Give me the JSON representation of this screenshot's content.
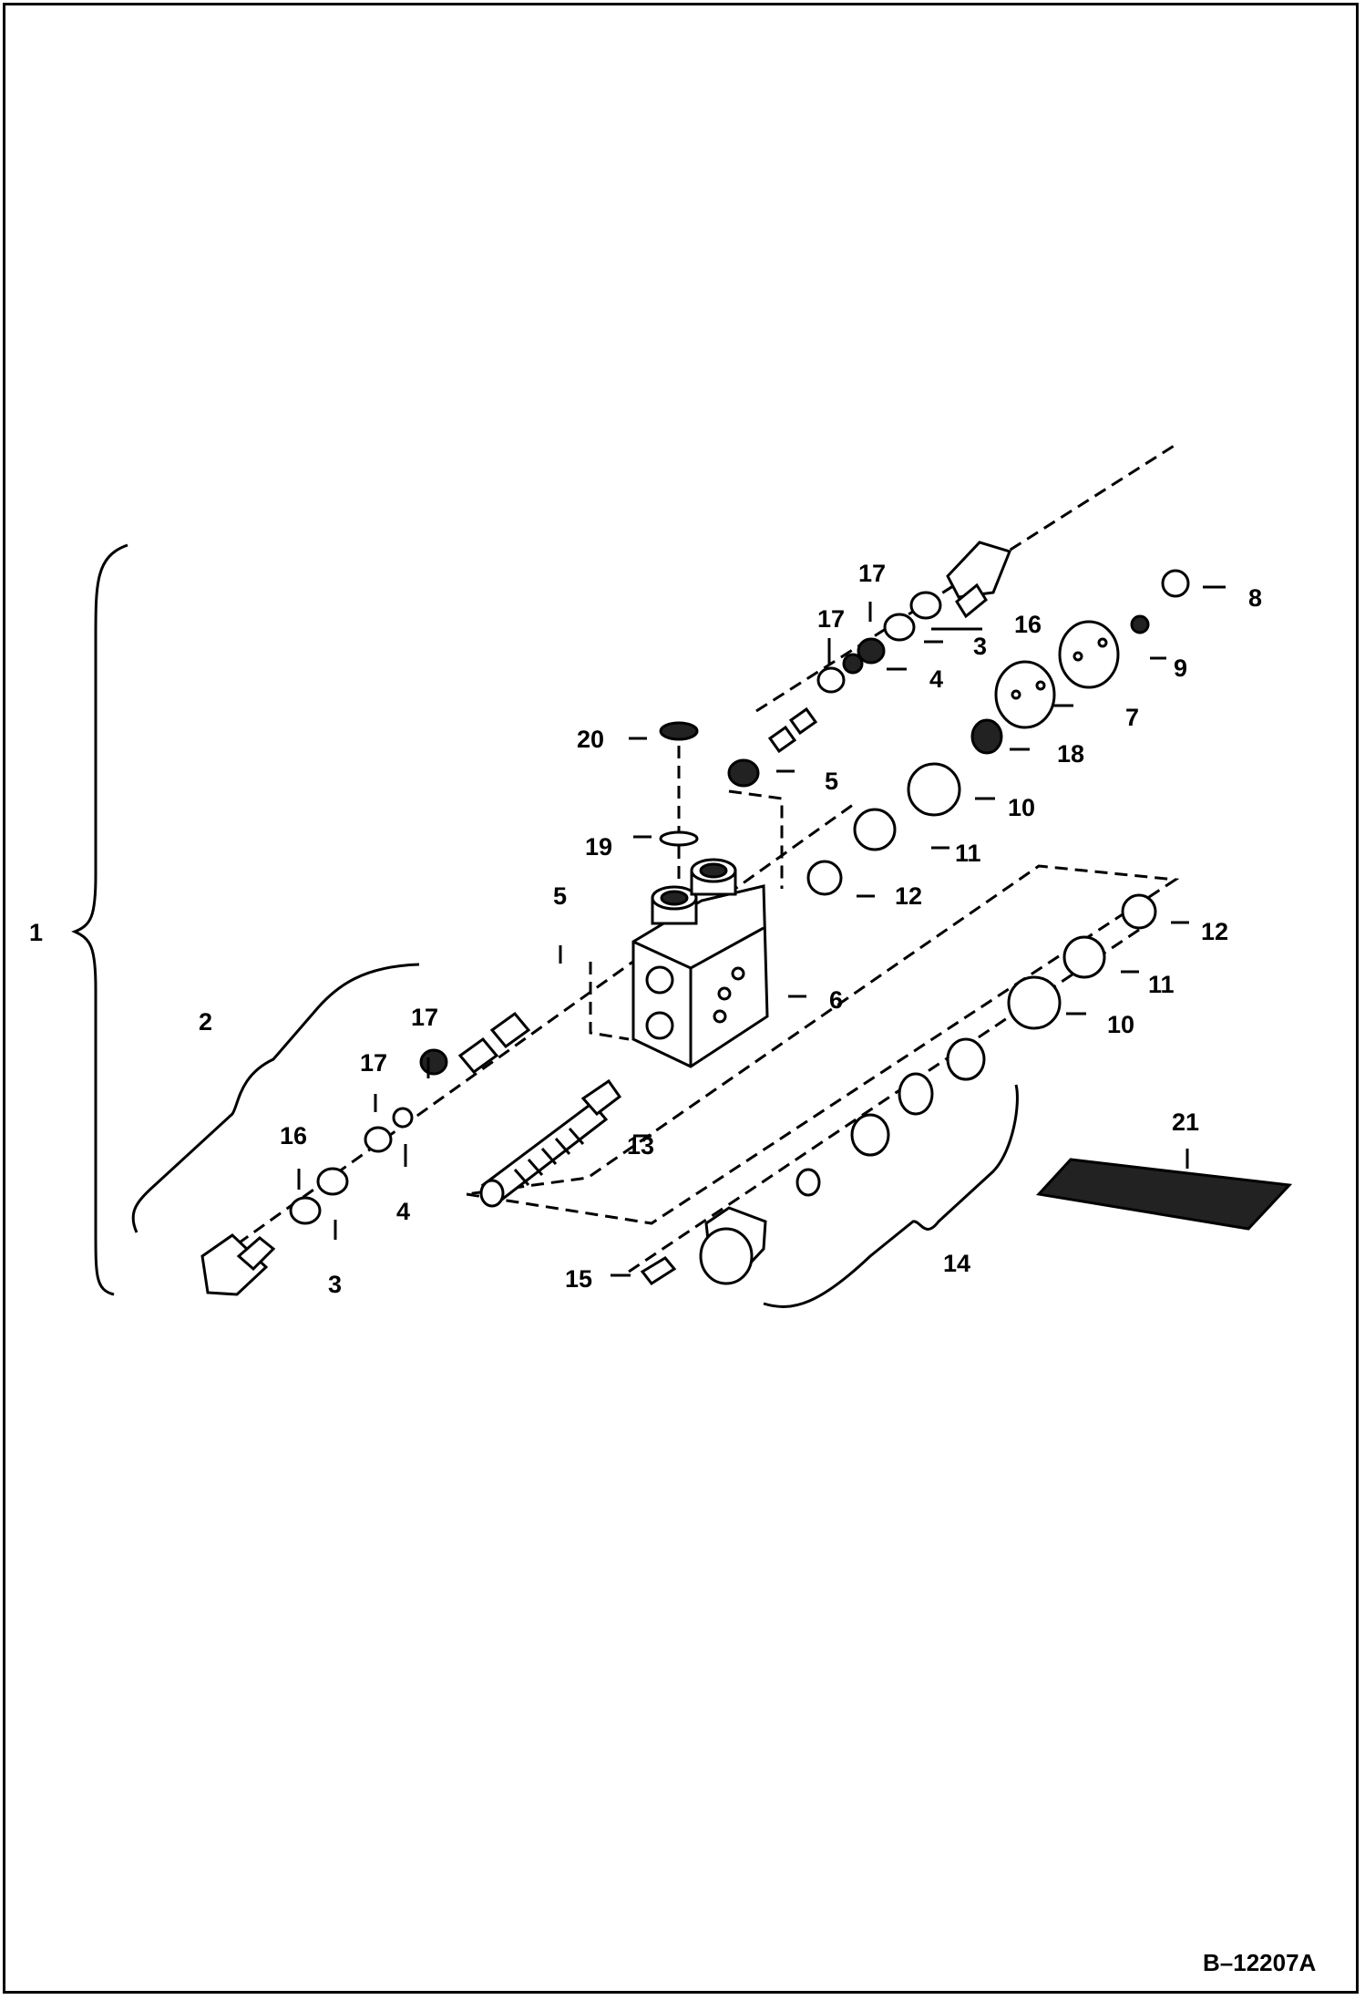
{
  "drawing_code": "B–12207A",
  "callouts": {
    "c1": "1",
    "c2": "2",
    "c3a": "3",
    "c3b": "3",
    "c4a": "4",
    "c4b": "4",
    "c5a": "5",
    "c5b": "5",
    "c6": "6",
    "c7": "7",
    "c8": "8",
    "c9": "9",
    "c10a": "10",
    "c10b": "10",
    "c11a": "11",
    "c11b": "11",
    "c12a": "12",
    "c12b": "12",
    "c13": "13",
    "c14": "14",
    "c15": "15",
    "c16a": "16",
    "c16b": "16",
    "c17a": "17",
    "c17b": "17",
    "c17c": "17",
    "c17d": "17",
    "c18": "18",
    "c19": "19",
    "c20": "20",
    "c21": "21"
  }
}
